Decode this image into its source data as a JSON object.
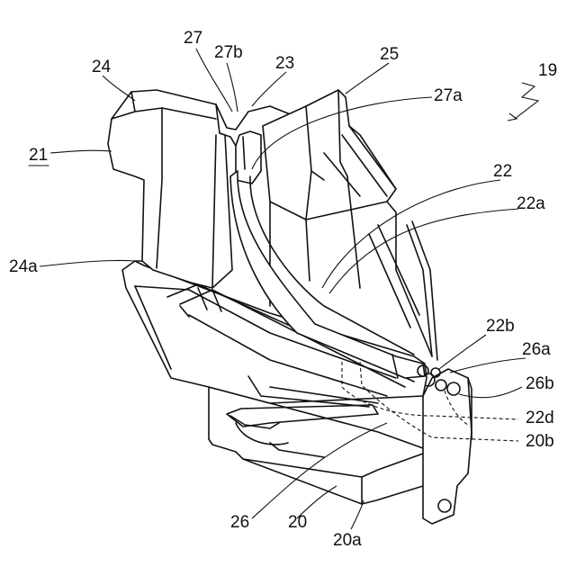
{
  "labels": {
    "l19": "19",
    "l21": "21",
    "l22": "22",
    "l22a": "22a",
    "l22b": "22b",
    "l22d": "22d",
    "l23": "23",
    "l24": "24",
    "l24a": "24a",
    "l25": "25",
    "l26": "26",
    "l26a": "26a",
    "l26b": "26b",
    "l27": "27",
    "l27a": "27a",
    "l27b": "27b",
    "l20": "20",
    "l20a": "20a",
    "l20b": "20b"
  }
}
